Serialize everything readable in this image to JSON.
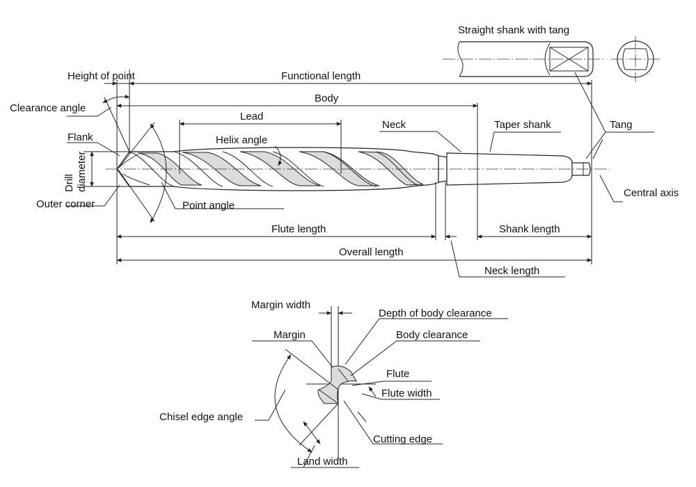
{
  "labels": {
    "straight_shank_with_tang": "Straight shank with tang",
    "height_of_point": "Height of point",
    "functional_length": "Functional length",
    "clearance_angle": "Clearance angle",
    "body": "Body",
    "lead": "Lead",
    "neck": "Neck",
    "taper_shank": "Taper shank",
    "tang": "Tang",
    "flank": "Flank",
    "helix_angle": "Helix angle",
    "drill": "Drill",
    "diameter": "diameter",
    "central_axis": "Central axis",
    "outer_corner": "Outer corner",
    "point_angle": "Point angle",
    "flute_length": "Flute length",
    "shank_length": "Shank length",
    "overall_length": "Overall length",
    "neck_length": "Neck length",
    "margin_width": "Margin width",
    "depth_of_body_clearance": "Depth of body clearance",
    "margin": "Margin",
    "body_clearance": "Body clearance",
    "flute": "Flute",
    "flute_width": "Flute width",
    "chisel_edge_angle": "Chisel edge angle",
    "cutting_edge": "Cutting edge",
    "land_width": "Land width"
  }
}
